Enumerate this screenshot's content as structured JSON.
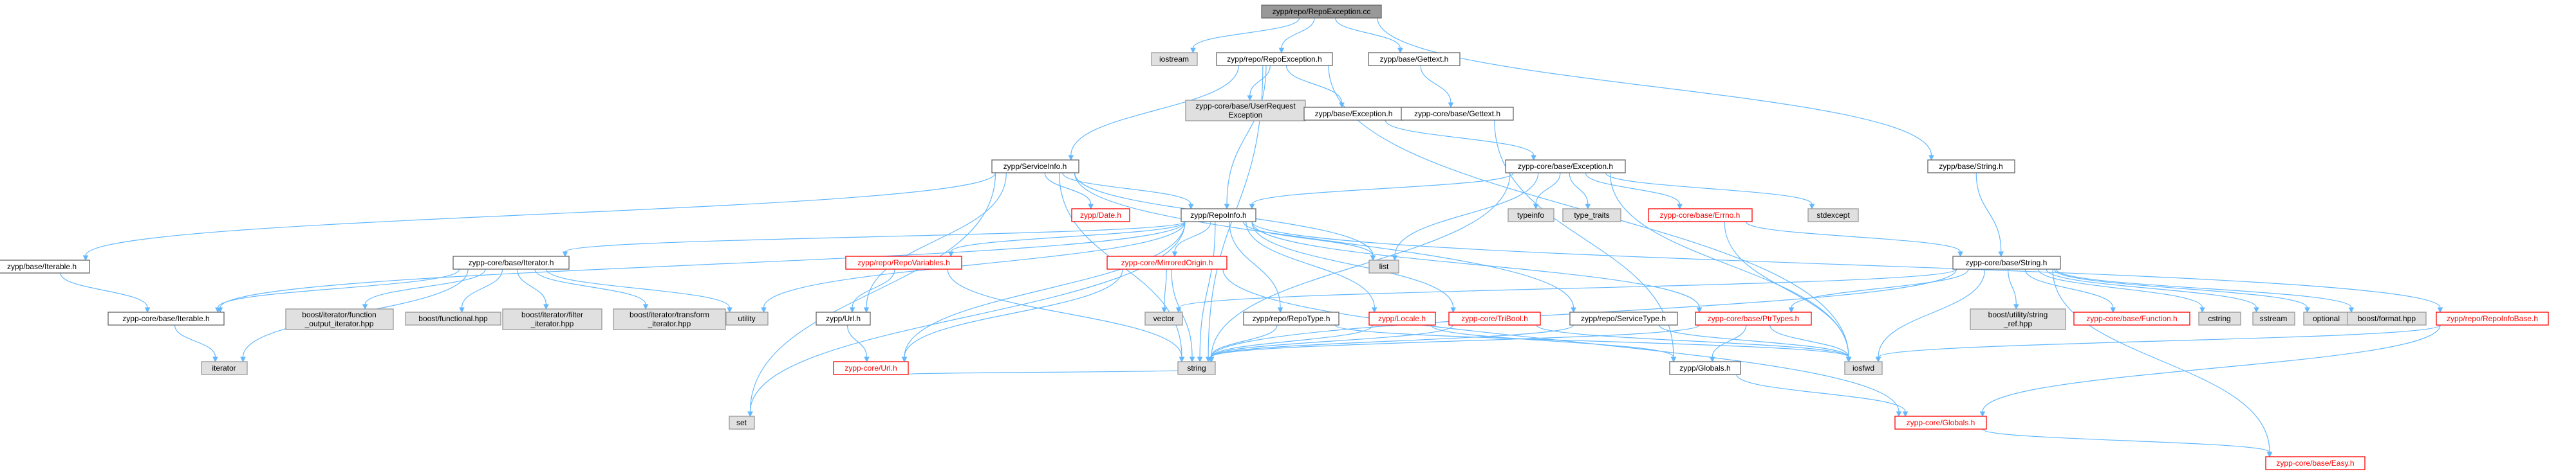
{
  "colors": {
    "edge": "#63b8ff",
    "root_fill": "#999999",
    "root_border": "#666666",
    "doc_fill": "#ffffff",
    "doc_border": "#666666",
    "missing_fill": "#e0e0e0",
    "missing_border": "#999999",
    "truncated_border": "#ff0000"
  },
  "nodes": [
    {
      "id": "root",
      "lines": [
        "zypp/repo/RepoException.cc"
      ],
      "style": "root"
    },
    {
      "id": "iostream",
      "lines": [
        "iostream"
      ],
      "style": "missing"
    },
    {
      "id": "repoexc",
      "lines": [
        "zypp/repo/RepoException.h"
      ],
      "style": "doc"
    },
    {
      "id": "gettext",
      "lines": [
        "zypp/base/Gettext.h"
      ],
      "style": "doc"
    },
    {
      "id": "userreq",
      "lines": [
        "zypp-core/base/UserRequest",
        "Exception"
      ],
      "style": "missing"
    },
    {
      "id": "zbexc",
      "lines": [
        "zypp/base/Exception.h"
      ],
      "style": "doc"
    },
    {
      "id": "cgettext",
      "lines": [
        "zypp-core/base/Gettext.h"
      ],
      "style": "doc"
    },
    {
      "id": "zbstring",
      "lines": [
        "zypp/base/String.h"
      ],
      "style": "doc"
    },
    {
      "id": "serviceinfo",
      "lines": [
        "zypp/ServiceInfo.h"
      ],
      "style": "doc"
    },
    {
      "id": "cexc",
      "lines": [
        "zypp-core/base/Exception.h"
      ],
      "style": "doc"
    },
    {
      "id": "typeinfo",
      "lines": [
        "typeinfo"
      ],
      "style": "missing"
    },
    {
      "id": "typetraits",
      "lines": [
        "type_traits"
      ],
      "style": "missing"
    },
    {
      "id": "errno",
      "lines": [
        "zypp-core/base/Errno.h"
      ],
      "style": "truncated"
    },
    {
      "id": "stdexcept",
      "lines": [
        "stdexcept"
      ],
      "style": "missing"
    },
    {
      "id": "date",
      "lines": [
        "zypp/Date.h"
      ],
      "style": "truncated"
    },
    {
      "id": "repoinfo",
      "lines": [
        "zypp/RepoInfo.h"
      ],
      "style": "doc"
    },
    {
      "id": "zbiterable",
      "lines": [
        "zypp/base/Iterable.h"
      ],
      "style": "doc"
    },
    {
      "id": "citerator",
      "lines": [
        "zypp-core/base/Iterator.h"
      ],
      "style": "doc"
    },
    {
      "id": "repovars",
      "lines": [
        "zypp/repo/RepoVariables.h"
      ],
      "style": "truncated"
    },
    {
      "id": "mirrored",
      "lines": [
        "zypp-core/MirroredOrigin.h"
      ],
      "style": "truncated"
    },
    {
      "id": "list",
      "lines": [
        "list"
      ],
      "style": "missing"
    },
    {
      "id": "cstring",
      "lines": [
        "zypp-core/base/String.h"
      ],
      "style": "doc"
    },
    {
      "id": "citerable",
      "lines": [
        "zypp-core/base/Iterable.h"
      ],
      "style": "doc"
    },
    {
      "id": "bfoi",
      "lines": [
        "boost/iterator/function",
        "_output_iterator.hpp"
      ],
      "style": "missing"
    },
    {
      "id": "bfunc",
      "lines": [
        "boost/functional.hpp"
      ],
      "style": "missing"
    },
    {
      "id": "bfilter",
      "lines": [
        "boost/iterator/filter",
        "_iterator.hpp"
      ],
      "style": "missing"
    },
    {
      "id": "btrans",
      "lines": [
        "boost/iterator/transform",
        "_iterator.hpp"
      ],
      "style": "missing"
    },
    {
      "id": "utility",
      "lines": [
        "utility"
      ],
      "style": "missing"
    },
    {
      "id": "zurl",
      "lines": [
        "zypp/Url.h"
      ],
      "style": "doc"
    },
    {
      "id": "vector",
      "lines": [
        "vector"
      ],
      "style": "missing"
    },
    {
      "id": "repotype",
      "lines": [
        "zypp/repo/RepoType.h"
      ],
      "style": "doc"
    },
    {
      "id": "locale",
      "lines": [
        "zypp/Locale.h"
      ],
      "style": "truncated"
    },
    {
      "id": "tribool",
      "lines": [
        "zypp-core/TriBool.h"
      ],
      "style": "truncated"
    },
    {
      "id": "servicetype",
      "lines": [
        "zypp/repo/ServiceType.h"
      ],
      "style": "doc"
    },
    {
      "id": "ptrtypes",
      "lines": [
        "zypp-core/base/PtrTypes.h"
      ],
      "style": "truncated"
    },
    {
      "id": "bstrref",
      "lines": [
        "boost/utility/string",
        "_ref.hpp"
      ],
      "style": "missing"
    },
    {
      "id": "function",
      "lines": [
        "zypp-core/base/Function.h"
      ],
      "style": "truncated"
    },
    {
      "id": "cstr",
      "lines": [
        "cstring"
      ],
      "style": "missing"
    },
    {
      "id": "sstream",
      "lines": [
        "sstream"
      ],
      "style": "missing"
    },
    {
      "id": "optional",
      "lines": [
        "optional"
      ],
      "style": "missing"
    },
    {
      "id": "bformat",
      "lines": [
        "boost/format.hpp"
      ],
      "style": "missing"
    },
    {
      "id": "repoinfobase",
      "lines": [
        "zypp/repo/RepoInfoBase.h"
      ],
      "style": "truncated"
    },
    {
      "id": "iterator",
      "lines": [
        "iterator"
      ],
      "style": "missing"
    },
    {
      "id": "curl",
      "lines": [
        "zypp-core/Url.h"
      ],
      "style": "truncated"
    },
    {
      "id": "string",
      "lines": [
        "string"
      ],
      "style": "missing"
    },
    {
      "id": "zglobals",
      "lines": [
        "zypp/Globals.h"
      ],
      "style": "doc"
    },
    {
      "id": "iosfwd",
      "lines": [
        "iosfwd"
      ],
      "style": "missing"
    },
    {
      "id": "set",
      "lines": [
        "set"
      ],
      "style": "missing"
    },
    {
      "id": "cglobals",
      "lines": [
        "zypp-core/Globals.h"
      ],
      "style": "truncated"
    },
    {
      "id": "easy",
      "lines": [
        "zypp-core/base/Easy.h"
      ],
      "style": "truncated"
    }
  ],
  "edges": [
    [
      "root",
      "iostream"
    ],
    [
      "root",
      "repoexc"
    ],
    [
      "root",
      "gettext"
    ],
    [
      "root",
      "zbstring"
    ],
    [
      "repoexc",
      "userreq"
    ],
    [
      "repoexc",
      "zbexc"
    ],
    [
      "repoexc",
      "serviceinfo"
    ],
    [
      "repoexc",
      "repoinfo"
    ],
    [
      "repoexc",
      "string"
    ],
    [
      "repoexc",
      "iosfwd"
    ],
    [
      "gettext",
      "cgettext"
    ],
    [
      "cgettext",
      "zglobals"
    ],
    [
      "zbexc",
      "cexc"
    ],
    [
      "zbstring",
      "cstring"
    ],
    [
      "cexc",
      "list"
    ],
    [
      "cexc",
      "typeinfo"
    ],
    [
      "cexc",
      "typetraits"
    ],
    [
      "cexc",
      "errno"
    ],
    [
      "cexc",
      "stdexcept"
    ],
    [
      "cexc",
      "iosfwd"
    ],
    [
      "cexc",
      "string"
    ],
    [
      "cexc",
      "repoinfo"
    ],
    [
      "errno",
      "cstring"
    ],
    [
      "errno",
      "iosfwd"
    ],
    [
      "serviceinfo",
      "date"
    ],
    [
      "serviceinfo",
      "repoinfo"
    ],
    [
      "serviceinfo",
      "zbiterable"
    ],
    [
      "serviceinfo",
      "set"
    ],
    [
      "serviceinfo",
      "zurl"
    ],
    [
      "serviceinfo",
      "servicetype"
    ],
    [
      "serviceinfo",
      "string"
    ],
    [
      "serviceinfo",
      "list"
    ],
    [
      "repoinfo",
      "list"
    ],
    [
      "repoinfo",
      "set"
    ],
    [
      "repoinfo",
      "citerator"
    ],
    [
      "repoinfo",
      "repovars"
    ],
    [
      "repoinfo",
      "mirrored"
    ],
    [
      "repoinfo",
      "repotype"
    ],
    [
      "repoinfo",
      "locale"
    ],
    [
      "repoinfo",
      "tribool"
    ],
    [
      "repoinfo",
      "ptrtypes"
    ],
    [
      "repoinfo",
      "repoinfobase"
    ],
    [
      "repoinfo",
      "curl"
    ],
    [
      "repoinfo",
      "string"
    ],
    [
      "repoinfo",
      "utility"
    ],
    [
      "repoinfo",
      "citerable"
    ],
    [
      "zbiterable",
      "citerable"
    ],
    [
      "citerator",
      "citerable"
    ],
    [
      "citerator",
      "bfoi"
    ],
    [
      "citerator",
      "bfunc"
    ],
    [
      "citerator",
      "bfilter"
    ],
    [
      "citerator",
      "btrans"
    ],
    [
      "citerator",
      "utility"
    ],
    [
      "citerator",
      "iterator"
    ],
    [
      "citerable",
      "iterator"
    ],
    [
      "repovars",
      "string"
    ],
    [
      "repovars",
      "zurl"
    ],
    [
      "mirrored",
      "vector"
    ],
    [
      "mirrored",
      "curl"
    ],
    [
      "mirrored",
      "cglobals"
    ],
    [
      "mirrored",
      "string"
    ],
    [
      "zurl",
      "curl"
    ],
    [
      "curl",
      "string"
    ],
    [
      "repotype",
      "string"
    ],
    [
      "repotype",
      "iosfwd"
    ],
    [
      "locale",
      "string"
    ],
    [
      "locale",
      "zglobals"
    ],
    [
      "tribool",
      "string"
    ],
    [
      "tribool",
      "iosfwd"
    ],
    [
      "servicetype",
      "string"
    ],
    [
      "servicetype",
      "iosfwd"
    ],
    [
      "ptrtypes",
      "iosfwd"
    ],
    [
      "ptrtypes",
      "string"
    ],
    [
      "ptrtypes",
      "zglobals"
    ],
    [
      "cstring",
      "vector"
    ],
    [
      "cstring",
      "string"
    ],
    [
      "cstring",
      "iosfwd"
    ],
    [
      "cstring",
      "bstrref"
    ],
    [
      "cstring",
      "function"
    ],
    [
      "cstring",
      "cstr"
    ],
    [
      "cstring",
      "sstream"
    ],
    [
      "cstring",
      "optional"
    ],
    [
      "cstring",
      "bformat"
    ],
    [
      "cstring",
      "ptrtypes"
    ],
    [
      "cstring",
      "easy"
    ],
    [
      "repoinfobase",
      "iosfwd"
    ],
    [
      "repoinfobase",
      "cglobals"
    ],
    [
      "zglobals",
      "cglobals"
    ],
    [
      "cglobals",
      "easy"
    ]
  ]
}
